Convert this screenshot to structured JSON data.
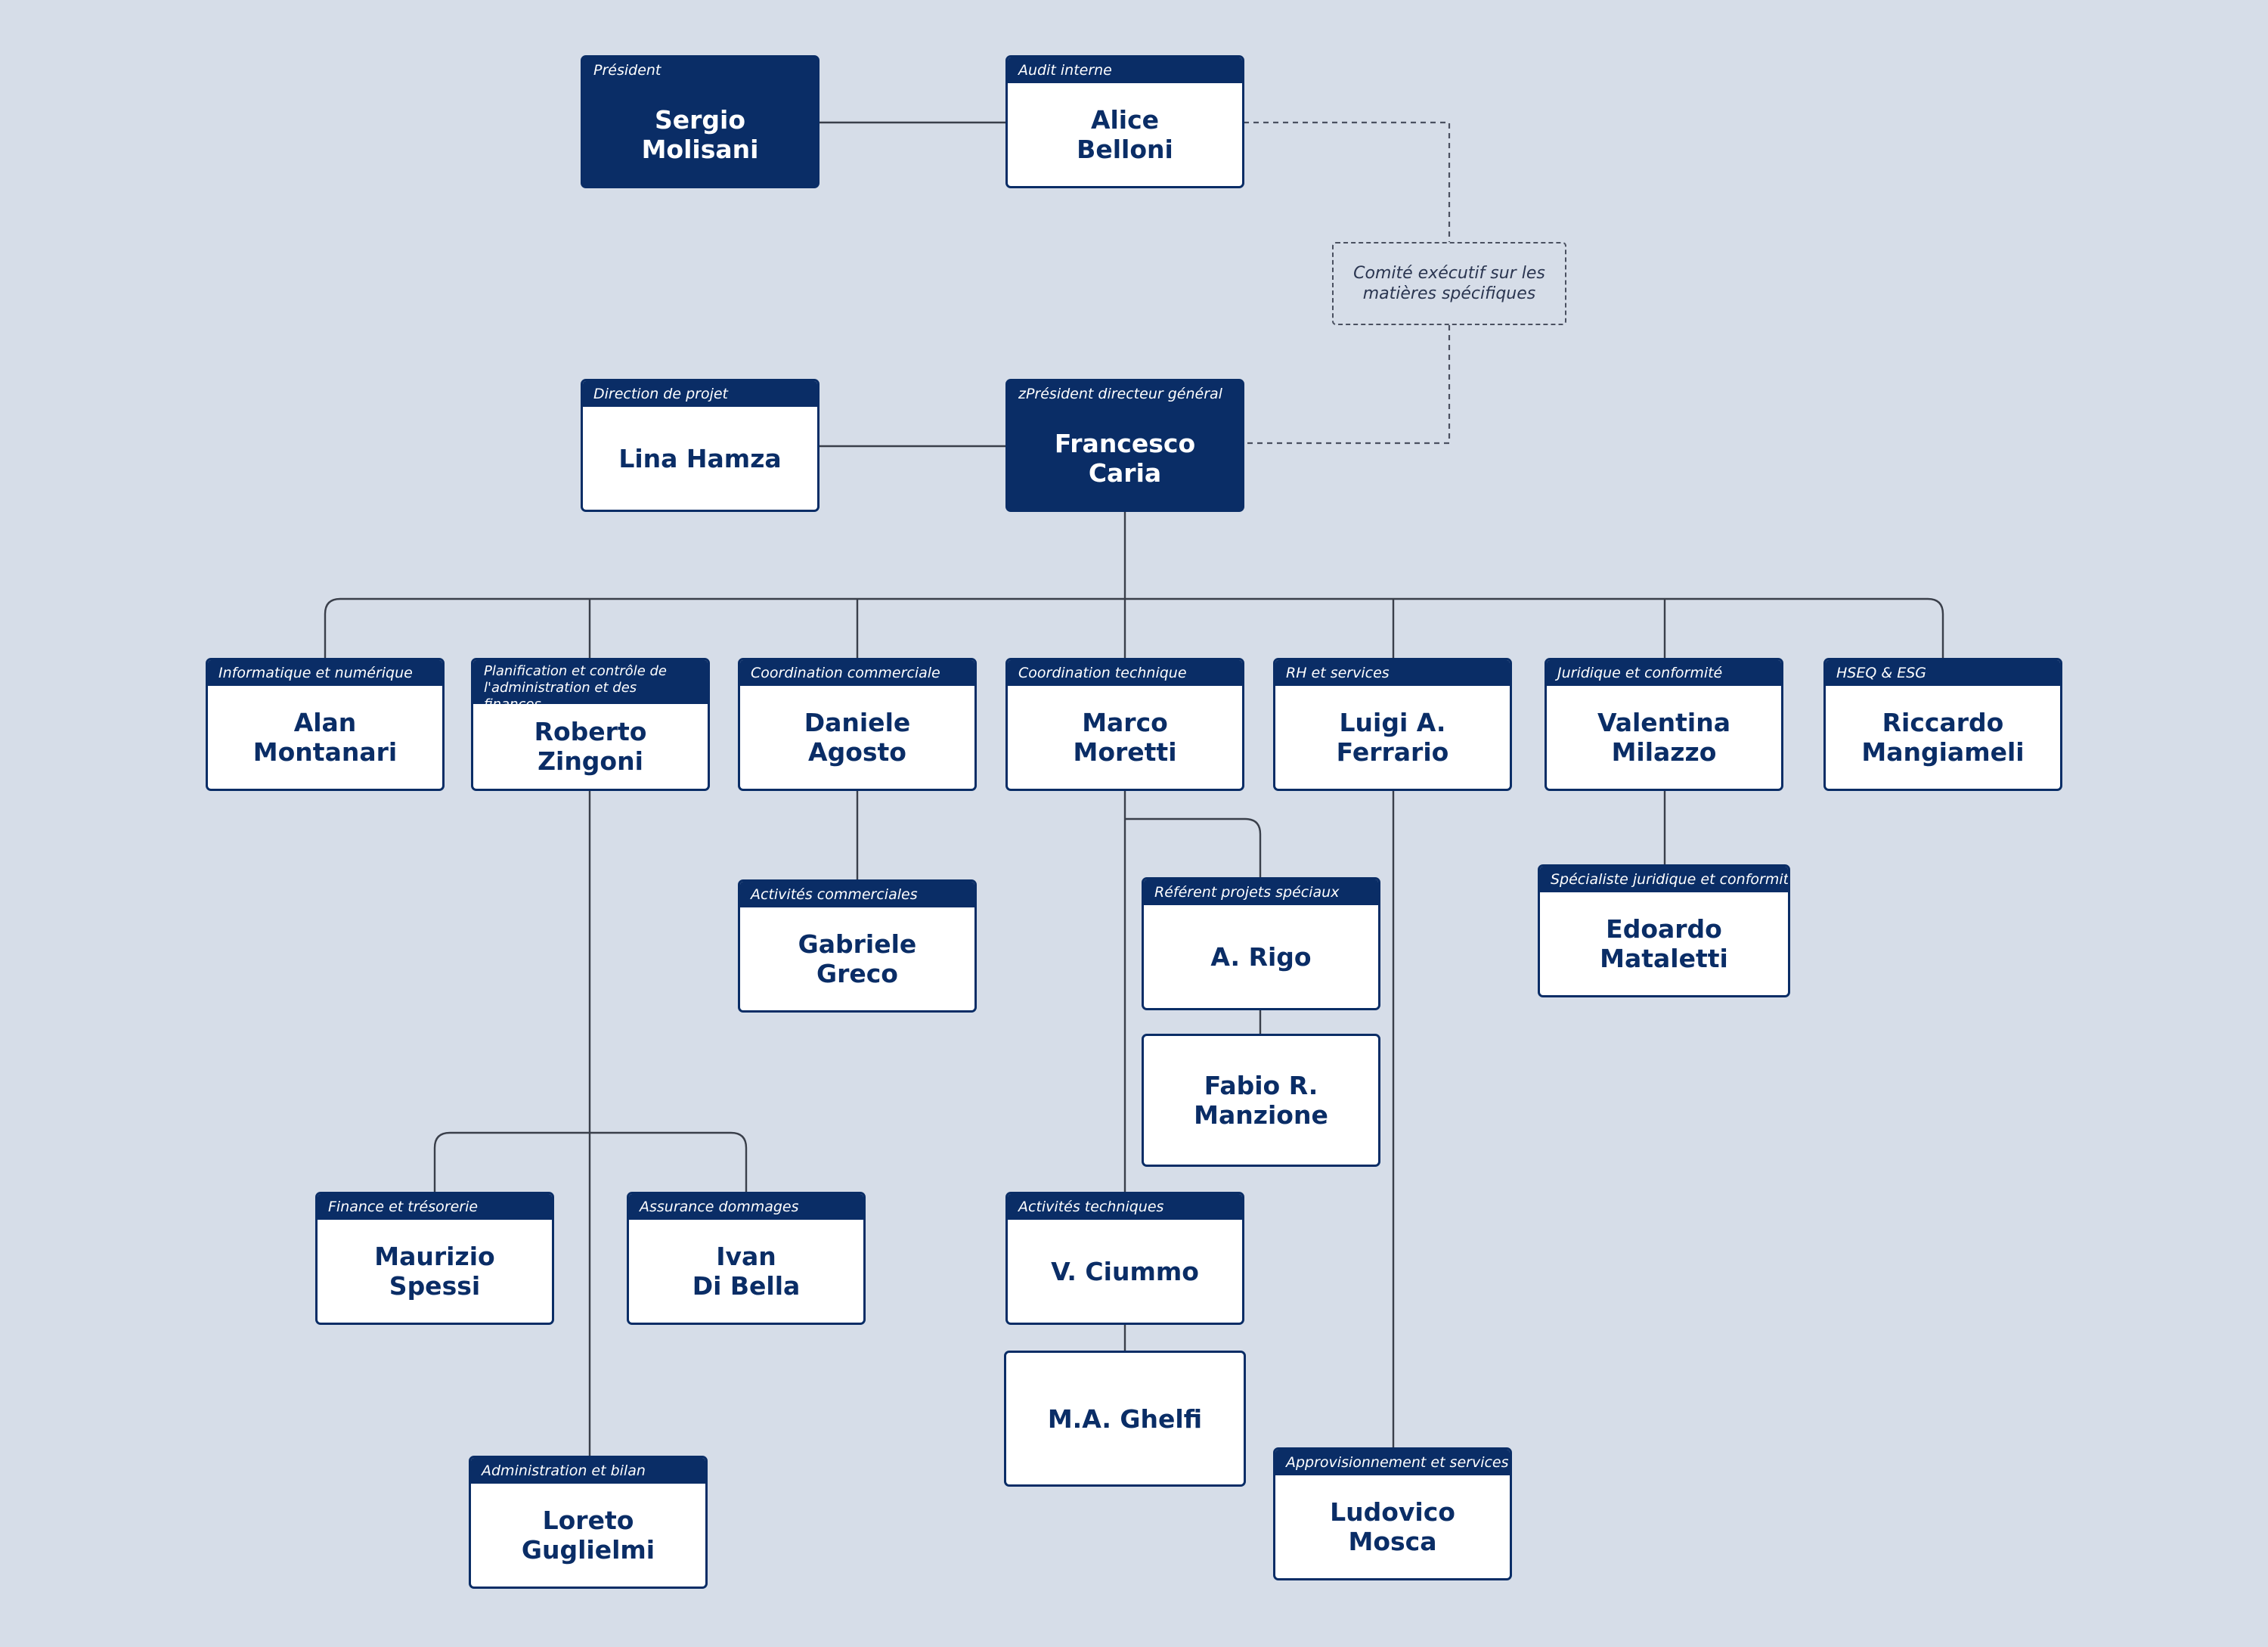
{
  "colors": {
    "background": "#d6dde8",
    "navy": "#0a2d66",
    "card": "#ffffff",
    "connector": "#3a3f4a"
  },
  "committee": {
    "label": "Comité exécutif sur les\nmatières spécifiques"
  },
  "nodes": {
    "president": {
      "role": "Président",
      "name": "Sergio\nMolisani"
    },
    "audit": {
      "role": "Audit interne",
      "name": "Alice\nBelloni"
    },
    "projet": {
      "role": "Direction de projet",
      "name": "Lina Hamza"
    },
    "ceo": {
      "role": "zPrésident directeur général",
      "name": "Francesco\nCaria"
    },
    "informatique": {
      "role": "Informatique et numérique",
      "name": "Alan\nMontanari"
    },
    "planification": {
      "role": "Planification et contrôle de l'administration et des finances",
      "name": "Roberto\nZingoni"
    },
    "commerciale": {
      "role": "Coordination commerciale",
      "name": "Daniele\nAgosto"
    },
    "technique": {
      "role": "Coordination technique",
      "name": "Marco\nMoretti"
    },
    "rh": {
      "role": "RH et services",
      "name": "Luigi A.\nFerrario"
    },
    "juridique": {
      "role": "Juridique et conformité",
      "name": "Valentina\nMilazzo"
    },
    "hseq": {
      "role": "HSEQ & ESG",
      "name": "Riccardo\nMangiameli"
    },
    "activites_commerciales": {
      "role": "Activités commerciales",
      "name": "Gabriele\nGreco"
    },
    "projets_speciaux": {
      "role": "Référent projets spéciaux",
      "name": "A. Rigo"
    },
    "manzione": {
      "name": "Fabio R.\nManzione"
    },
    "specialiste": {
      "role": "Spécialiste juridique et conformité",
      "name": "Edoardo\nMataletti"
    },
    "finance": {
      "role": "Finance et trésorerie",
      "name": "Maurizio\nSpessi"
    },
    "assurance": {
      "role": "Assurance dommages",
      "name": "Ivan\nDi Bella"
    },
    "activites_techniques": {
      "role": "Activités techniques",
      "name": "V. Ciummo"
    },
    "ghelfi": {
      "name": "M.A. Ghelfi"
    },
    "administration": {
      "role": "Administration et bilan",
      "name": "Loreto\nGuglielmi"
    },
    "approvisionnement": {
      "role": "Approvisionnement et services",
      "name": "Ludovico\nMosca"
    }
  }
}
